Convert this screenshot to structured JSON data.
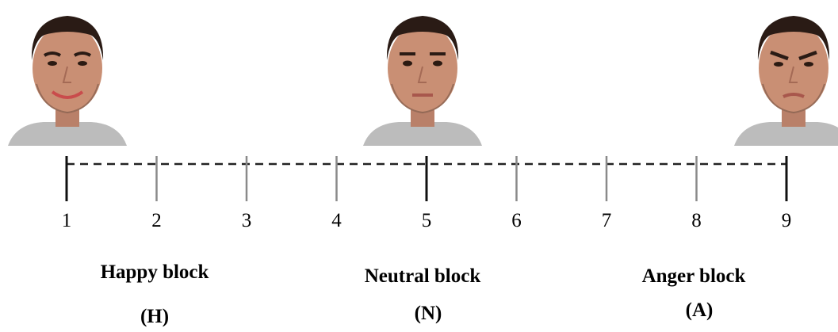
{
  "scale": {
    "ticks": [
      "1",
      "2",
      "3",
      "4",
      "5",
      "6",
      "7",
      "8",
      "9"
    ]
  },
  "blocks": [
    {
      "label": "Happy block",
      "code": "(H)",
      "expression": "happy"
    },
    {
      "label": "Neutral block",
      "code": "(N)",
      "expression": "neutral"
    },
    {
      "label": "Anger block",
      "code": "(A)",
      "expression": "anger"
    }
  ],
  "colors": {
    "skin": "#c98f74",
    "hair": "#2a1b15",
    "shirt": "#b8b8b8",
    "major_tick": "#111111",
    "minor_tick": "#8a8a8a",
    "dash": "#222222"
  }
}
